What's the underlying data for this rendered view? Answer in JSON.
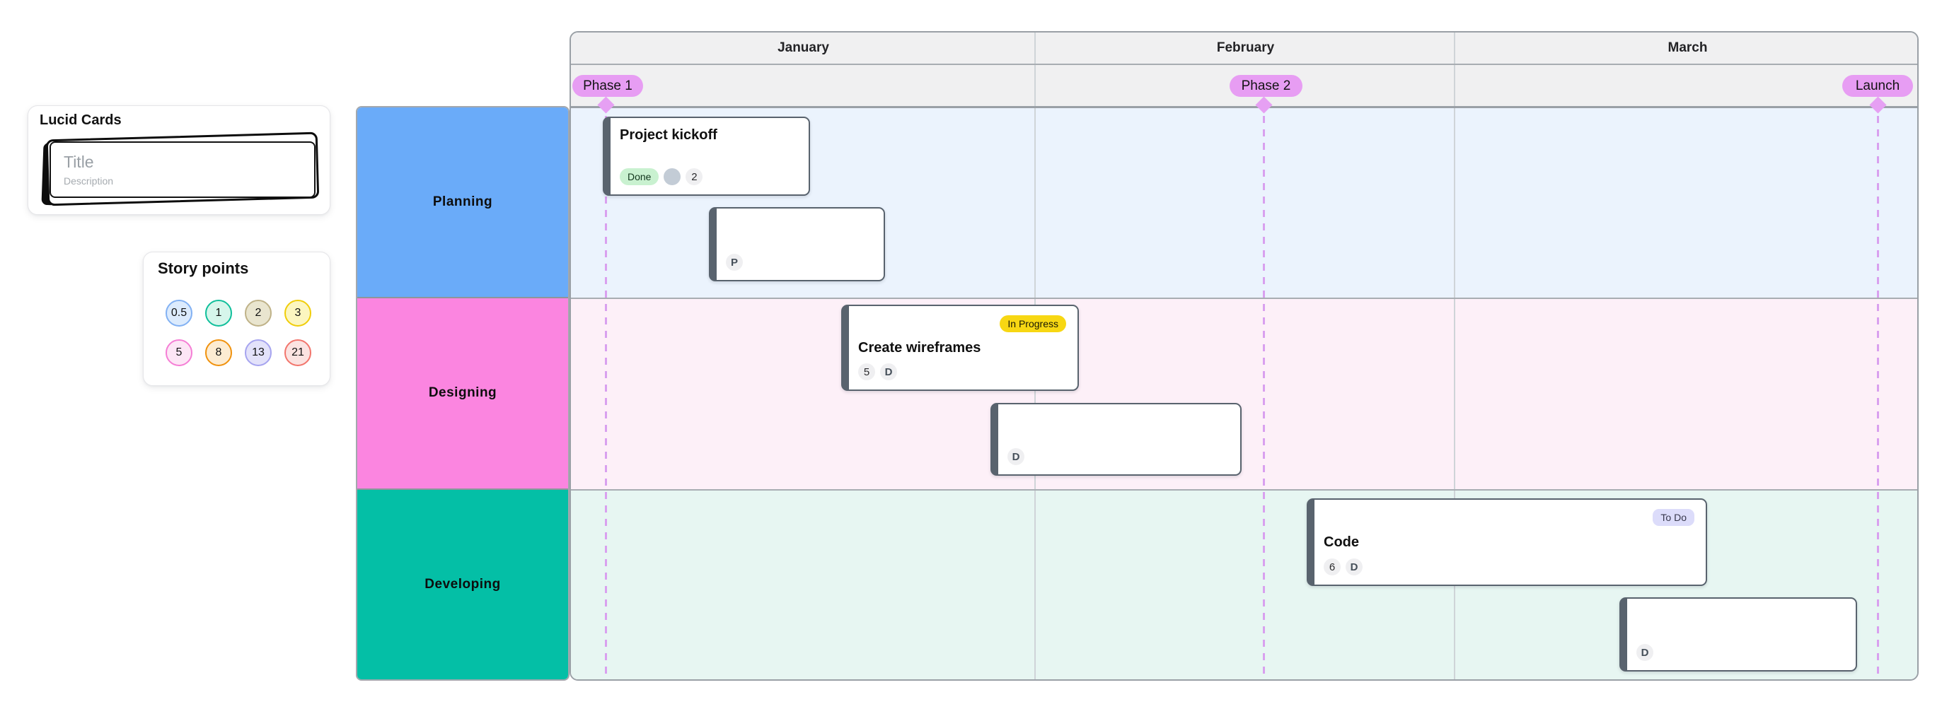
{
  "lucid_cards_panel": {
    "title": "Lucid Cards",
    "card_template": {
      "title_placeholder": "Title",
      "description_placeholder": "Description"
    }
  },
  "story_points_panel": {
    "title": "Story points",
    "points": [
      {
        "label": "0.5",
        "bg": "#dcebfd",
        "border": "#82b1f3"
      },
      {
        "label": "1",
        "bg": "#d6f6eb",
        "border": "#10bf9b"
      },
      {
        "label": "2",
        "bg": "#e9e5cf",
        "border": "#bfb288"
      },
      {
        "label": "3",
        "bg": "#fcf6c0",
        "border": "#f0cd0a"
      },
      {
        "label": "5",
        "bg": "#fde6f6",
        "border": "#f57ed5"
      },
      {
        "label": "8",
        "bg": "#fdecd2",
        "border": "#f0920e"
      },
      {
        "label": "13",
        "bg": "#e3e2fa",
        "border": "#a6a4ef"
      },
      {
        "label": "21",
        "bg": "#fbe3e1",
        "border": "#f2756c"
      }
    ]
  },
  "timeline": {
    "months": [
      {
        "label": "January"
      },
      {
        "label": "February"
      },
      {
        "label": "March"
      }
    ],
    "milestones": [
      {
        "label": "Phase 1",
        "color": "#e79df3"
      },
      {
        "label": "Phase 2",
        "color": "#e79df3"
      },
      {
        "label": "Launch",
        "color": "#e79df3"
      }
    ],
    "rows": [
      {
        "label": "Planning",
        "label_color": "#6aabf9",
        "track_color": "#ebf3fd"
      },
      {
        "label": "Designing",
        "label_color": "#fb85e0",
        "track_color": "#fdf0f8"
      },
      {
        "label": "Developing",
        "label_color": "#04bfa6",
        "track_color": "#e7f6f2"
      }
    ],
    "cards": [
      {
        "title": "Project kickoff",
        "status": "Done",
        "status_bg": "#c9f1d0",
        "story_points": "2",
        "row": "Planning"
      },
      {
        "assignee_initial": "P",
        "row": "Planning"
      },
      {
        "title": "Create wireframes",
        "status": "In Progress",
        "status_bg": "#f7d713",
        "story_points": "5",
        "assignee_initial": "D",
        "row": "Designing"
      },
      {
        "assignee_initial": "D",
        "row": "Designing"
      },
      {
        "title": "Code",
        "status": "To Do",
        "status_bg": "#dcdcfa",
        "story_points": "6",
        "assignee_initial": "D",
        "row": "Developing"
      },
      {
        "assignee_initial": "D",
        "row": "Developing"
      }
    ],
    "palette": {
      "milestone_pill": "#e79df3",
      "milestone_dashed_line": "#d9a0ef",
      "grid_border": "#9aa0a6",
      "header_bg": "#f0f0f1",
      "card_border": "#59636e"
    }
  }
}
